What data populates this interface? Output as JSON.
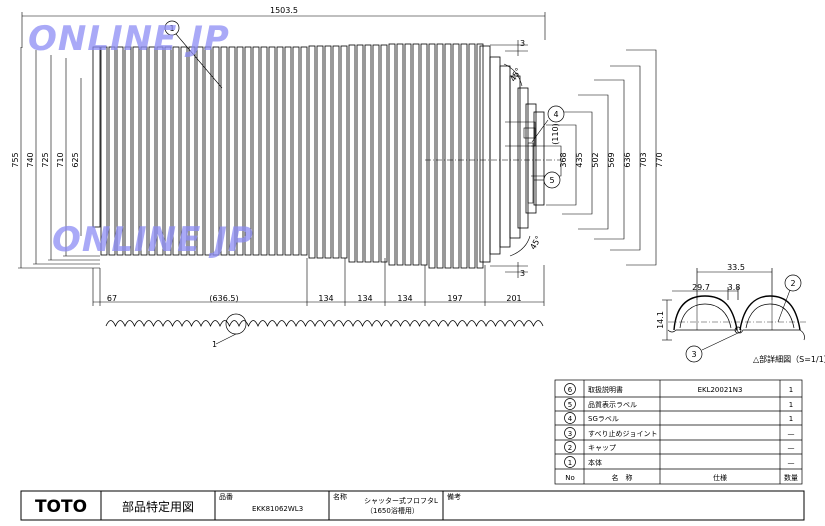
{
  "watermarks": [
    "ONLINE JP",
    "ONLINE JP"
  ],
  "dimensions": {
    "overall_width": "1503.5",
    "heights": [
      "755",
      "740",
      "725",
      "710",
      "625"
    ],
    "right_heights": [
      "(110)",
      "368",
      "435",
      "502",
      "569",
      "636",
      "703",
      "770"
    ],
    "bottom_segments": [
      "67",
      "(636.5)",
      "134",
      "134",
      "134",
      "197",
      "201"
    ],
    "gap_top": "3",
    "gap_bottom": "3",
    "angle_top": "45°",
    "angle_bottom": "45°"
  },
  "callouts": {
    "c1": "1",
    "c1_bottom": "1",
    "c2": "2",
    "c3": "3",
    "c4": "4",
    "c5": "5"
  },
  "detail": {
    "width_total": "33.5",
    "width_a": "29.7",
    "width_b": "3.8",
    "height": "14.1",
    "caption": "△部詳細図（S=1/1）"
  },
  "parts_table": {
    "headers": {
      "no": "No",
      "name": "名　称",
      "spec": "仕様",
      "qty": "数量"
    },
    "rows": [
      {
        "no": "6",
        "name": "取扱説明書",
        "spec": "EKL20021N3",
        "qty": "1"
      },
      {
        "no": "5",
        "name": "品質表示ラベル",
        "spec": "",
        "qty": "1"
      },
      {
        "no": "4",
        "name": "SGラベル",
        "spec": "",
        "qty": "1"
      },
      {
        "no": "3",
        "name": "すべり止めジョイント",
        "spec": "",
        "qty": "—"
      },
      {
        "no": "2",
        "name": "キャップ",
        "spec": "",
        "qty": "—"
      },
      {
        "no": "1",
        "name": "本体",
        "spec": "",
        "qty": "—"
      }
    ]
  },
  "title_block": {
    "brand": "TOTO",
    "doc_type": "部品特定用図",
    "part_no_label": "品番",
    "part_no": "EKK81062WL3",
    "name_label": "名称",
    "name_line1": "シャッター式フロフタL",
    "name_line2": "（1650浴槽用）",
    "remarks_label": "備考"
  },
  "colors": {
    "watermark": "#8c8cf4",
    "line": "#000000"
  }
}
